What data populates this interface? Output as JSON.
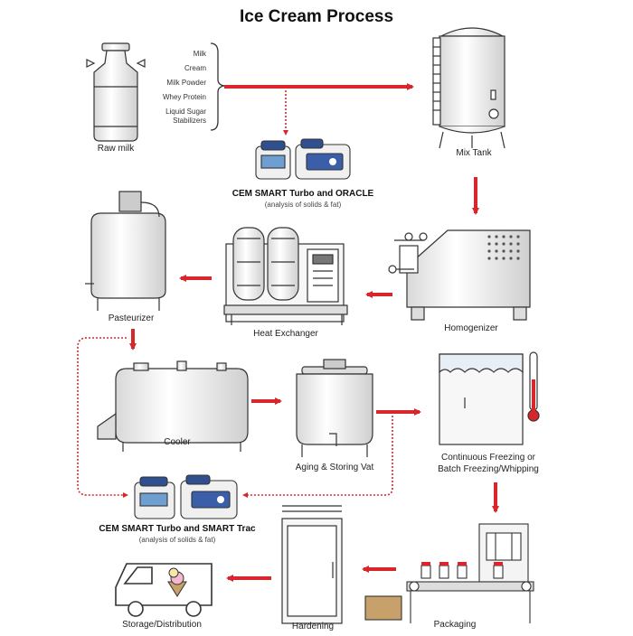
{
  "diagram": {
    "title": "Ice Cream Process",
    "ingredients": [
      "Milk",
      "Cream",
      "Milk Powder",
      "Whey Protein",
      "Liquid Sugar",
      "Stabilizers"
    ],
    "nodes": {
      "raw_milk": "Raw milk",
      "mix_tank": "Mix Tank",
      "homogenizer": "Homogenizer",
      "heat_exchanger": "Heat Exchanger",
      "pasteurizer": "Pasteurizer",
      "cooler": "Cooler",
      "aging_vat": "Aging & Storing Vat",
      "freezing_line1": "Continuous Freezing or",
      "freezing_line2": "Batch Freezing/Whipping",
      "packaging": "Packaging",
      "hardening": "Hardening",
      "storage": "Storage/Distribution"
    },
    "analyzers": {
      "top_title": "CEM SMART Turbo and ORACLE",
      "top_sub": "(analysis of solids & fat)",
      "bottom_title": "CEM SMART Turbo and SMART Trac",
      "bottom_sub": "(analysis of solids & fat)"
    },
    "colors": {
      "arrow": "#d9262b",
      "line": "#444444",
      "fill": "#f2f2f2"
    }
  }
}
